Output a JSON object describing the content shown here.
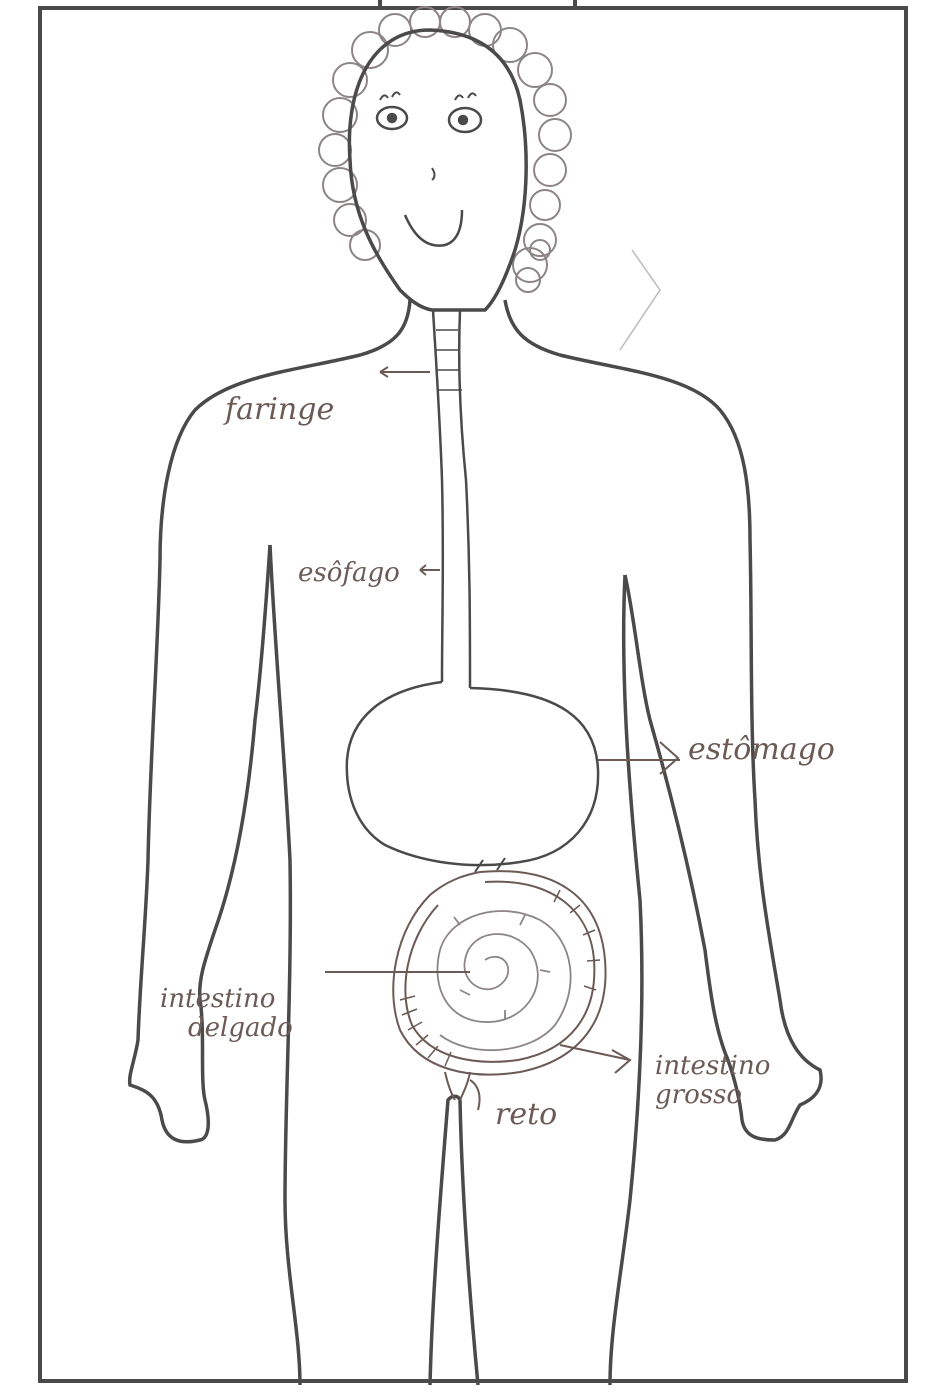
{
  "colors": {
    "paper": "#ffffff",
    "frame": "#4a4a4a",
    "pencil": "#5a5a5a",
    "pen": "#6b5a55",
    "hair": "#8d8585"
  },
  "labels": {
    "pharynx": "faringe",
    "esophagus": "esôfago",
    "stomach": "estômago",
    "small_intestine_line1": "intestino",
    "small_intestine_line2": "delgado",
    "rectum": "reto",
    "large_intestine_line1": "intestino",
    "large_intestine_line2": "grosso"
  }
}
